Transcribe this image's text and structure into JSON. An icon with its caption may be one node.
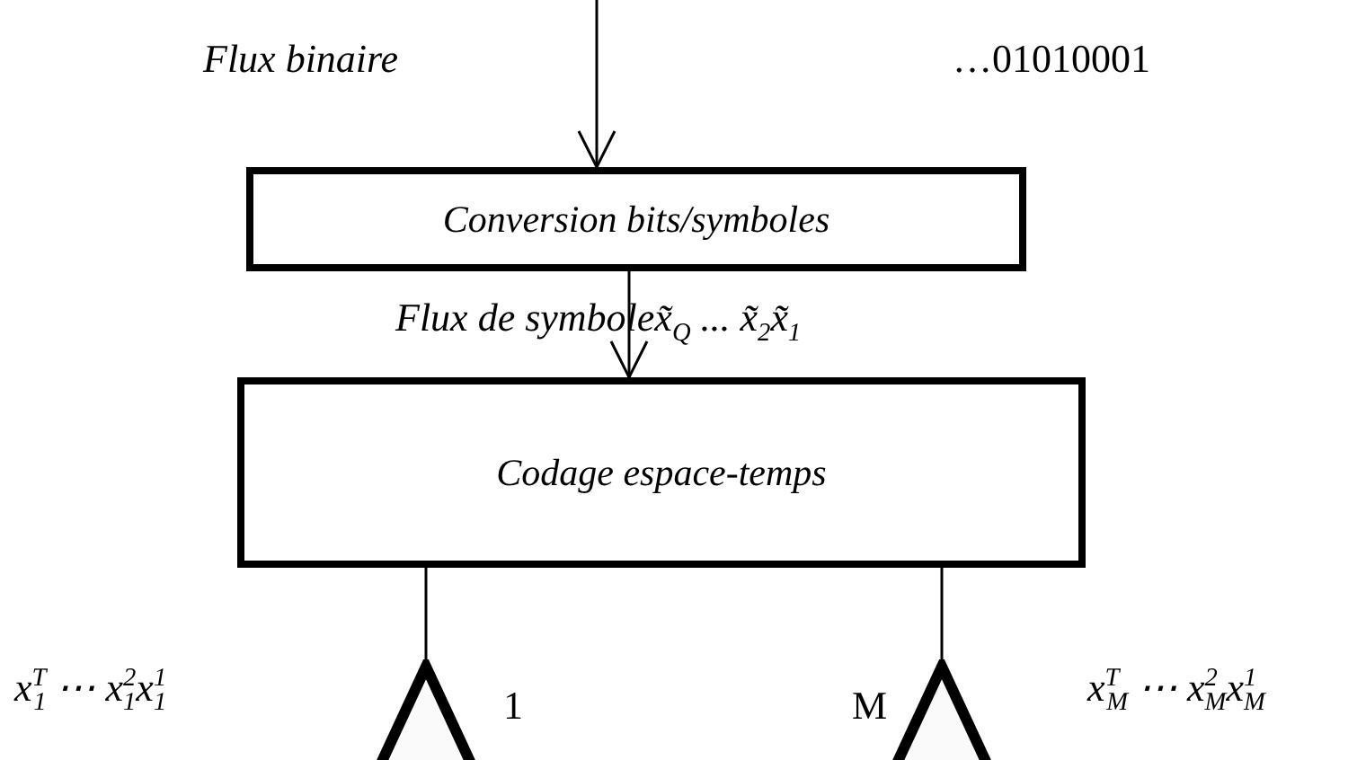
{
  "diagram": {
    "nodes": [
      {
        "text": [
          "Conversion bits/symboles"
        ]
      },
      {
        "text": [
          "Codage espace-temps"
        ]
      },
      {
        "text": [],
        "shape": "triangle",
        "beside": [
          "1"
        ]
      },
      {
        "text": [],
        "shape": "triangle",
        "beside": [
          "M"
        ]
      }
    ],
    "edges": [
      {
        "from": null,
        "to": 0,
        "arrow": "to"
      },
      {
        "from": 0,
        "to": 1,
        "arrow": "to"
      },
      {
        "from": 1,
        "to": 2,
        "arrow": "none"
      },
      {
        "from": 1,
        "to": 3,
        "arrow": "none"
      }
    ],
    "labels": [
      "Flux binaire",
      "…01010001",
      "Flux de symbolex̃$_{Q}$ ... x̃$_{2}$x̃$_{1}$",
      "x$^{T}$$_{1}$ ⋯ x$^{2}$$_{1}$x$^{1}$$_{1}$",
      "x$^{T}$$_{M}$ ⋯ x$^{2}$$_{M}$x$^{1}$$_{M}$"
    ]
  }
}
